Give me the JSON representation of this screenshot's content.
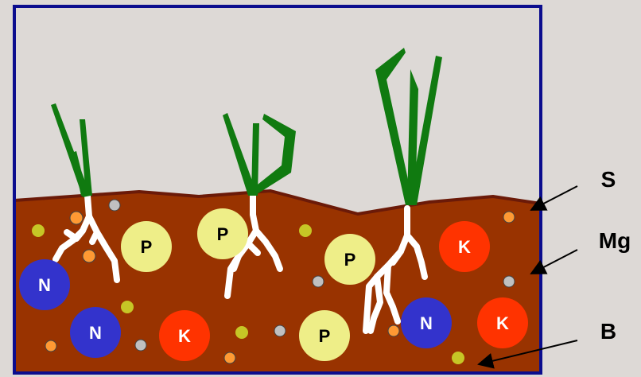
{
  "colors": {
    "background": "#ddd9d6",
    "frame": "#0b0d8e",
    "soil": "#993300",
    "soil_edge": "#6b1a08",
    "root": "#ffffff",
    "leaf": "#107a10",
    "nitrogen": "#3333cc",
    "phosphorus": "#eeee88",
    "potassium": "#ff3300",
    "orange_particle": "#ff9933",
    "gray_particle": "#c0c0c0",
    "green_particle": "#c6c626",
    "arrow": "#000000"
  },
  "nutrients": [
    {
      "type": "N",
      "label": "N"
    },
    {
      "type": "N",
      "label": "N"
    },
    {
      "type": "N",
      "label": "N"
    },
    {
      "type": "P",
      "label": "P"
    },
    {
      "type": "P",
      "label": "P"
    },
    {
      "type": "P",
      "label": "P"
    },
    {
      "type": "P",
      "label": "P"
    },
    {
      "type": "K",
      "label": "K"
    },
    {
      "type": "K",
      "label": "K"
    },
    {
      "type": "K",
      "label": "K"
    }
  ],
  "callouts": [
    {
      "label": "S"
    },
    {
      "label": "Mg"
    },
    {
      "label": "B"
    }
  ]
}
